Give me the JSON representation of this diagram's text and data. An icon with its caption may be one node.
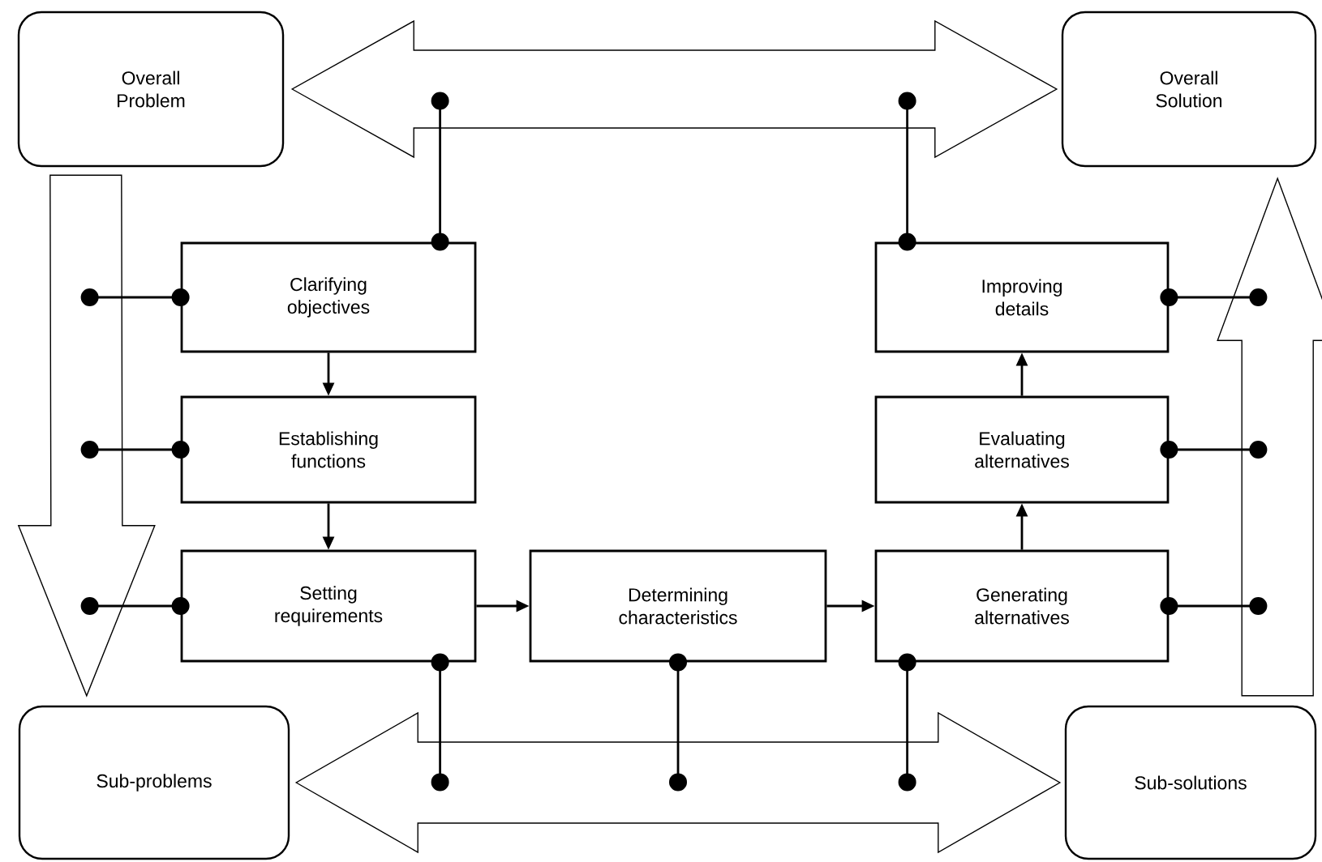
{
  "diagram": {
    "nodes": [
      {
        "text": [
          "Overall Problem"
        ]
      },
      {
        "text": [
          "Overall Solution"
        ]
      },
      {
        "text": [
          "Clarifying objectives"
        ]
      },
      {
        "text": [
          "Improving details"
        ]
      },
      {
        "text": [
          "Establishing functions"
        ]
      },
      {
        "text": [
          "Evaluating alternatives"
        ]
      },
      {
        "text": [
          "Setting requirements"
        ]
      },
      {
        "text": [
          "Determining characteristics"
        ]
      },
      {
        "text": [
          "Generating alternatives"
        ]
      },
      {
        "text": [
          "Sub-problems"
        ]
      },
      {
        "text": [
          "Sub-solutions"
        ]
      }
    ],
    "edges": [
      {
        "from": 0,
        "to": 1,
        "arrow": "both",
        "style": "thick"
      },
      {
        "from": 0,
        "to": 9,
        "arrow": "to",
        "style": "thick"
      },
      {
        "from": 10,
        "to": 1,
        "arrow": "to",
        "style": "thick"
      },
      {
        "from": 9,
        "to": 10,
        "arrow": "both",
        "style": "thick"
      },
      {
        "from": 2,
        "to": 4,
        "arrow": "to"
      },
      {
        "from": 4,
        "to": 6,
        "arrow": "to"
      },
      {
        "from": 6,
        "to": 7,
        "arrow": "to"
      },
      {
        "from": 7,
        "to": 8,
        "arrow": "to"
      },
      {
        "from": 8,
        "to": 5,
        "arrow": "to"
      },
      {
        "from": 5,
        "to": 3,
        "arrow": "to"
      },
      {
        "from": 2,
        "to": null,
        "arrow": "other"
      },
      {
        "from": 3,
        "to": null,
        "arrow": "other"
      },
      {
        "from": 2,
        "to": null,
        "arrow": "other"
      },
      {
        "from": 4,
        "to": null,
        "arrow": "other"
      },
      {
        "from": 6,
        "to": null,
        "arrow": "other"
      },
      {
        "from": 3,
        "to": null,
        "arrow": "other"
      },
      {
        "from": 5,
        "to": null,
        "arrow": "other"
      },
      {
        "from": 8,
        "to": null,
        "arrow": "other"
      },
      {
        "from": 6,
        "to": null,
        "arrow": "other"
      },
      {
        "from": 7,
        "to": null,
        "arrow": "other"
      },
      {
        "from": 8,
        "to": null,
        "arrow": "other"
      }
    ]
  }
}
